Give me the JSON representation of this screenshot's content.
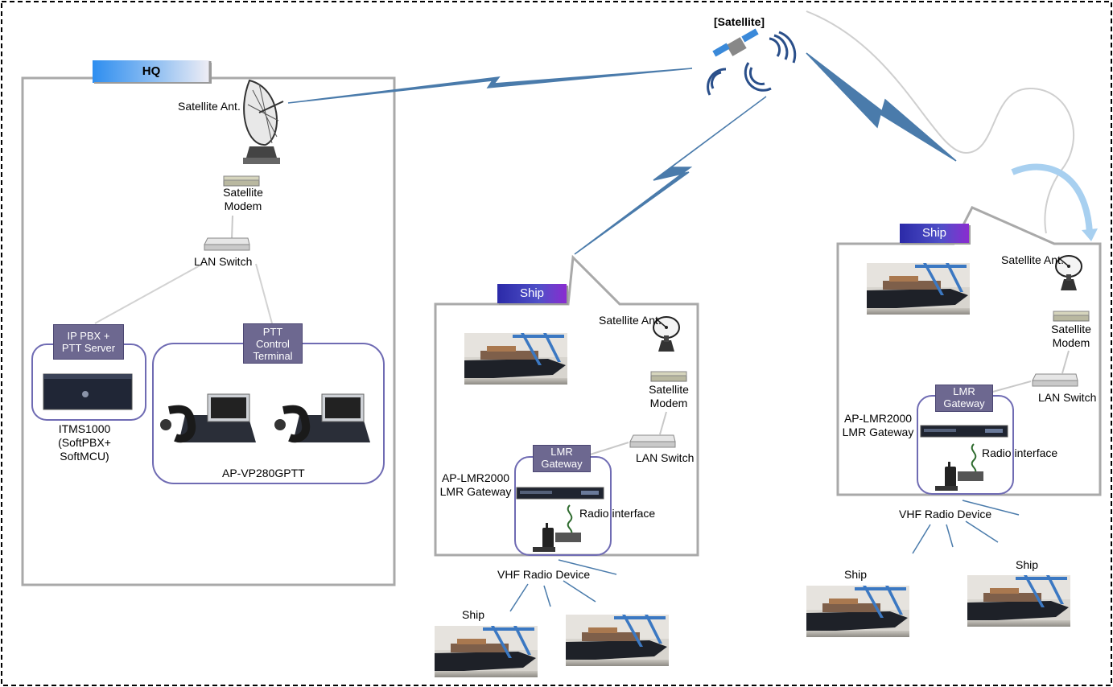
{
  "satellite": {
    "label": "[Satellite]"
  },
  "hq": {
    "title": "HQ",
    "satellite_ant": "Satellite Ant.",
    "satellite_modem": [
      "Satellite",
      "Modem"
    ],
    "lan_switch": "LAN Switch",
    "ippbx_tag": [
      "IP PBX  +",
      "PTT Server"
    ],
    "ptt_tag": [
      "PTT",
      "Control",
      "Terminal"
    ],
    "server_caption": [
      "ITMS1000",
      "(SoftPBX+",
      "SoftMCU)"
    ],
    "phone_caption": "AP-VP280GPTT"
  },
  "ship_center": {
    "title": "Ship",
    "satellite_ant": "Satellite Ant.",
    "satellite_modem": [
      "Satellite",
      "Modem"
    ],
    "lan_switch": "LAN Switch",
    "lmr_tag": [
      "LMR",
      "Gateway"
    ],
    "gateway_caption": [
      "AP-LMR2000",
      "LMR Gateway"
    ],
    "radio_interface": "Radio interface",
    "vhf": "VHF Radio Device",
    "ship_label": "Ship"
  },
  "ship_right": {
    "title": "Ship",
    "satellite_ant": "Satellite Ant.",
    "satellite_modem": [
      "Satellite",
      "Modem"
    ],
    "lan_switch": "LAN Switch",
    "lmr_tag": [
      "LMR",
      "Gateway"
    ],
    "gateway_caption": [
      "AP-LMR2000",
      "LMR Gateway"
    ],
    "radio_interface": "Radio interface",
    "vhf": "VHF Radio Device",
    "ship_label_left": "Ship",
    "ship_label_right": "Ship"
  },
  "colors": {
    "link": "#4a7bab",
    "frame": "#a9a9a9",
    "group": "#6f6bb3",
    "tag": "#6d6890",
    "hq_tab": "#5aa0ee",
    "ship_tab": "#3a34b5"
  },
  "icons": [
    "satellite-icon",
    "dish-icon",
    "modem-icon",
    "switch-icon",
    "server-icon",
    "ip-phone-icon",
    "lmr-gateway-icon",
    "walkie-talkie-icon",
    "ship-photo"
  ]
}
